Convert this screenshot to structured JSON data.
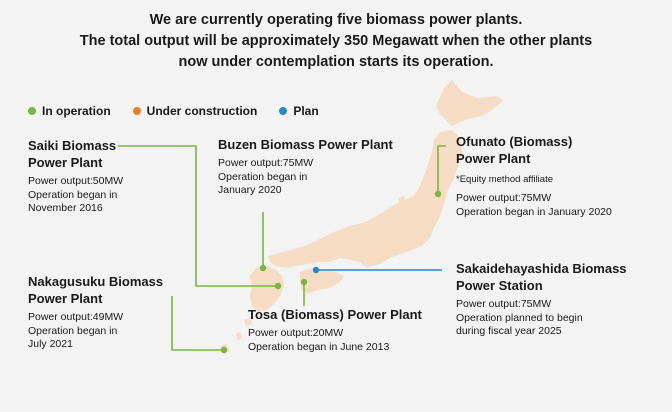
{
  "headline": {
    "line1": "We are currently operating five biomass power plants.",
    "line2": "The total output will be approximately 350 Megawatt when the other plants",
    "line3": "now under contemplation starts its operation."
  },
  "legend": {
    "in_operation": "In operation",
    "under_construction": "Under construction",
    "plan": "Plan"
  },
  "colors": {
    "in_operation": "#7cb342",
    "under_construction": "#e67e22",
    "plan": "#2e86c1",
    "land": "#f6dcc4",
    "background": "#f3f3f3"
  },
  "plants": {
    "saiki": {
      "name_line1": "Saiki Biomass",
      "name_line2": "Power Plant",
      "output": "Power output:50MW",
      "status_line1": "Operation began in",
      "status_line2": "November 2016"
    },
    "buzen": {
      "name": "Buzen Biomass Power Plant",
      "output": "Power output:75MW",
      "status_line1": "Operation began in",
      "status_line2": "January 2020"
    },
    "ofunato": {
      "name_line1": "Ofunato (Biomass)",
      "name_line2": "Power Plant",
      "note": "*Equity method affiliate",
      "output": "Power output:75MW",
      "status": "Operation began in January 2020"
    },
    "nakagusuku": {
      "name_line1": "Nakagusuku Biomass",
      "name_line2": "Power Plant",
      "output": "Power output:49MW",
      "status_line1": "Operation began in",
      "status_line2": "July 2021"
    },
    "tosa": {
      "name": "Tosa (Biomass) Power Plant",
      "output": "Power output:20MW",
      "status": "Operation began in June 2013"
    },
    "sakaidehayashida": {
      "name_line1": "Sakaidehayashida Biomass",
      "name_line2": "Power Station",
      "output": "Power output:75MW",
      "status_line1": "Operation planned to begin",
      "status_line2": "during fiscal year 2025"
    }
  }
}
